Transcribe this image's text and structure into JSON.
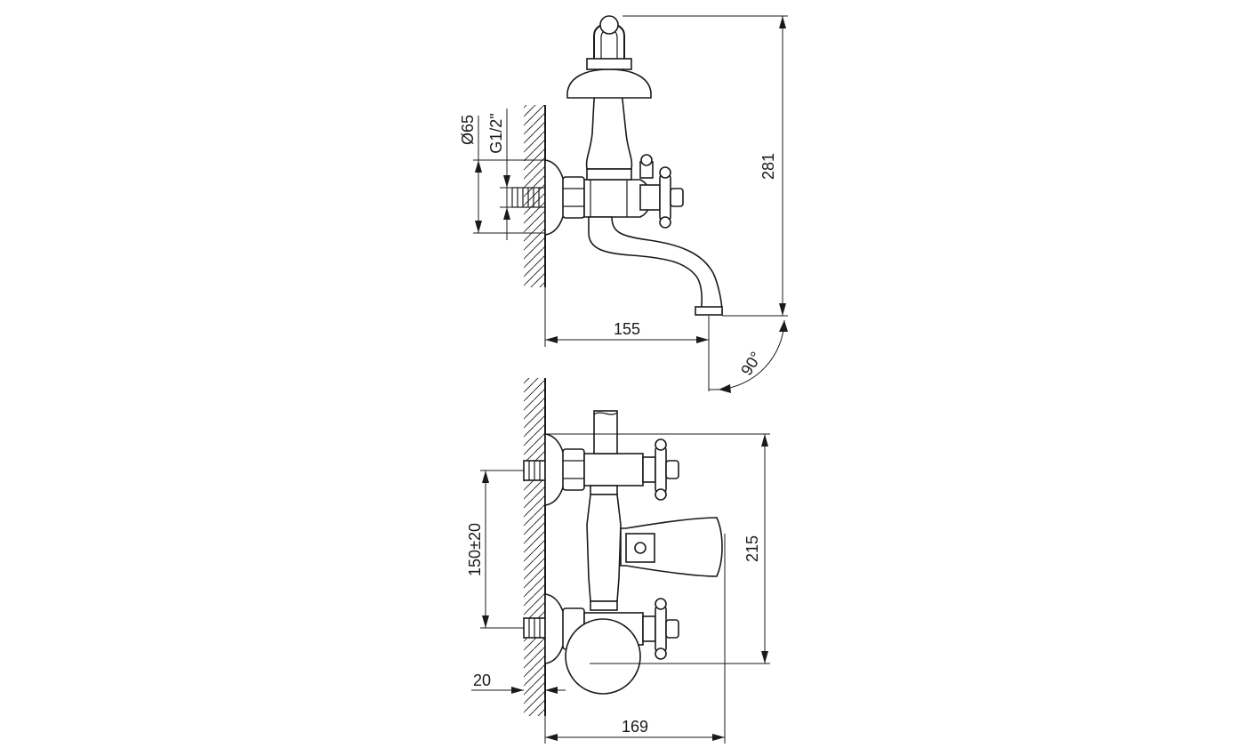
{
  "dimensions": {
    "height_total": "281",
    "spout_reach": "155",
    "swivel_angle": "90°",
    "flange_diameter": "Ø65",
    "thread": "G1/2\"",
    "centers": "150±20",
    "body_height": "215",
    "eccentric_depth": "20",
    "depth_total": "169"
  },
  "colors": {
    "line": "#1a1a1a",
    "background": "#ffffff"
  }
}
